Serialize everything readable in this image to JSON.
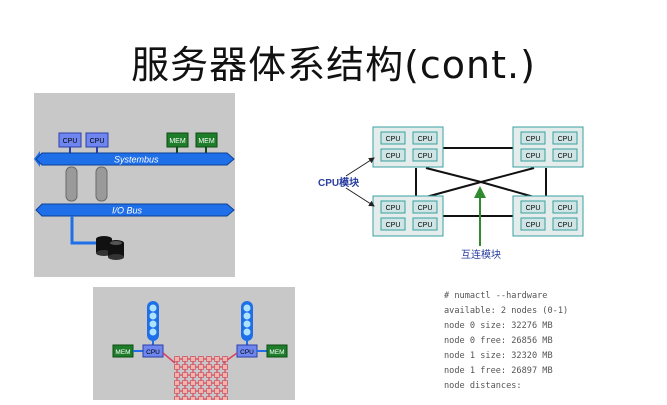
{
  "slide": {
    "title": "服务器体系结构(cont.)"
  },
  "smp": {
    "cpu_labels": [
      "CPU",
      "CPU"
    ],
    "mem_labels": [
      "MEM",
      "MEM"
    ],
    "bus_label": "Systembus",
    "io_label": "I/O Bus"
  },
  "numa": {
    "node_cpu_label": "CPU",
    "cpu_module_label": "CPU模块",
    "interconnect_label": "互连模块"
  },
  "mpp": {
    "cpu_labels": [
      "CPU",
      "CPU"
    ],
    "mem_labels": [
      "MEM",
      "MEM"
    ]
  },
  "terminal": {
    "lines": [
      "# numactl --hardware",
      "available: 2 nodes (0-1)",
      "node 0 size: 32276 MB",
      "node 0 free: 26856 MB",
      "node 1 size: 32320 MB",
      "node 1 free: 26897 MB",
      "node distances:"
    ]
  },
  "colors": {
    "bus_blue": "#1f6fe8",
    "cpu_fill": "#6f86f0",
    "mem_fill": "#1e7d2a",
    "node_border": "#3aa0a0",
    "arrow_green": "#2e8b2e"
  }
}
